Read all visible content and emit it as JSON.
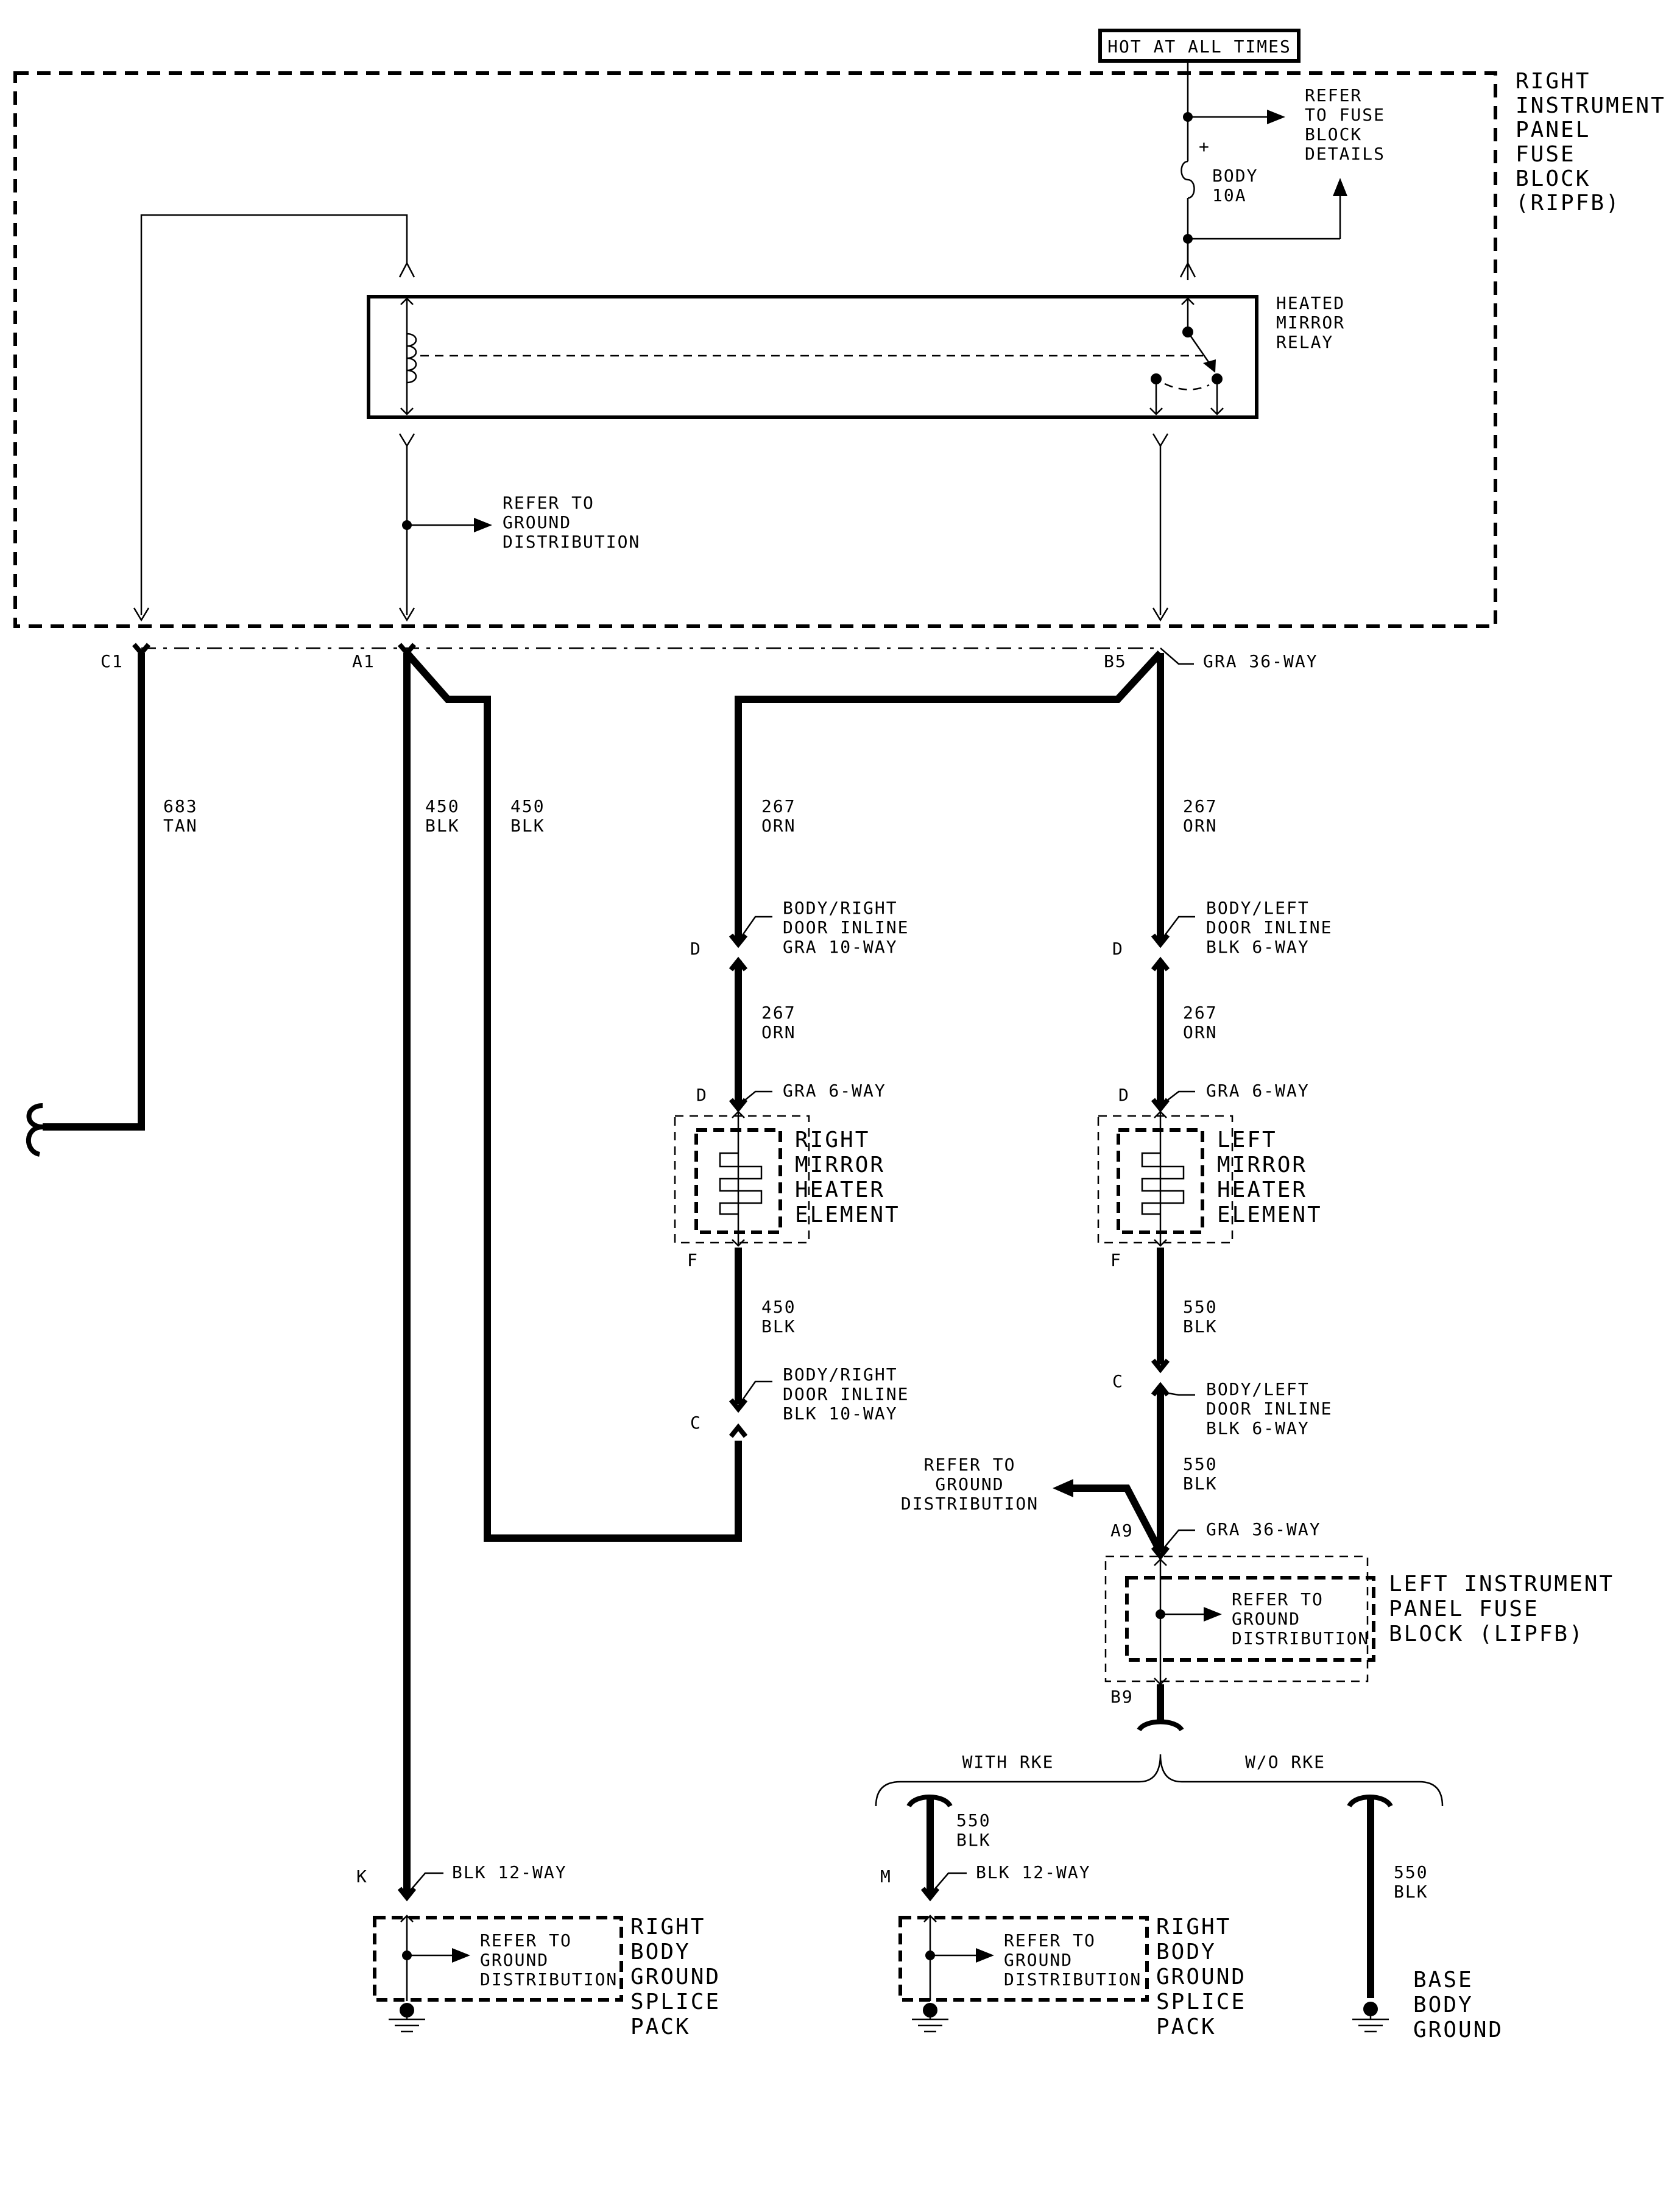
{
  "power_label": "HOT AT ALL TIMES",
  "ripfb": {
    "name_lines": [
      "RIGHT",
      "INSTRUMENT",
      "PANEL",
      "FUSE",
      "BLOCK",
      "(RIPFB)"
    ],
    "fuse_ref_lines": [
      "REFER",
      "TO FUSE",
      "BLOCK",
      "DETAILS"
    ],
    "fuse_name": "BODY",
    "fuse_rating": "10A",
    "fuse_polarity": "+",
    "relay_lines": [
      "HEATED",
      "MIRROR",
      "RELAY"
    ],
    "ground_ref_lines": [
      "REFER TO",
      "GROUND",
      "DISTRIBUTION"
    ]
  },
  "connector_pins": {
    "c1": "C1",
    "a1": "A1",
    "b5": "B5",
    "b5_conn": "GRA 36-WAY"
  },
  "wires": {
    "w683": [
      "683",
      "TAN"
    ],
    "w450a": [
      "450",
      "BLK"
    ],
    "w450b": [
      "450",
      "BLK"
    ],
    "w267a": [
      "267",
      "ORN"
    ],
    "w267b": [
      "267",
      "ORN"
    ],
    "w267c": [
      "267",
      "ORN"
    ],
    "w267d": [
      "267",
      "ORN"
    ],
    "w450c": [
      "450",
      "BLK"
    ],
    "w550a": [
      "550",
      "BLK"
    ],
    "w550b": [
      "550",
      "BLK"
    ],
    "w550c": [
      "550",
      "BLK"
    ],
    "w550d": [
      "550",
      "BLK"
    ]
  },
  "right_door": {
    "inline_d_lines": [
      "BODY/RIGHT",
      "DOOR INLINE",
      "GRA 10-WAY"
    ],
    "inline_c_lines": [
      "BODY/RIGHT",
      "DOOR INLINE",
      "BLK 10-WAY"
    ],
    "pin_d1": "D",
    "pin_d2": "D",
    "pin_f": "F",
    "pin_c": "C",
    "mirror_conn": "GRA 6-WAY",
    "element_lines": [
      "RIGHT",
      "MIRROR",
      "HEATER",
      "ELEMENT"
    ]
  },
  "left_door": {
    "inline_d_lines": [
      "BODY/LEFT",
      "DOOR INLINE",
      "BLK 6-WAY"
    ],
    "inline_c_lines": [
      "BODY/LEFT",
      "DOOR INLINE",
      "BLK 6-WAY"
    ],
    "pin_d1": "D",
    "pin_d2": "D",
    "pin_f": "F",
    "pin_c": "C",
    "mirror_conn": "GRA 6-WAY",
    "element_lines": [
      "LEFT",
      "MIRROR",
      "HEATER",
      "ELEMENT"
    ]
  },
  "lipfb": {
    "ground_ref_lines": [
      "REFER TO",
      "GROUND",
      "DISTRIBUTION"
    ],
    "pin_a9": "A9",
    "a9_conn": "GRA 36-WAY",
    "inner_ref_lines": [
      "REFER TO",
      "GROUND",
      "DISTRIBUTION"
    ],
    "name_lines": [
      "LEFT INSTRUMENT",
      "PANEL FUSE",
      "BLOCK (LIPFB)"
    ],
    "pin_b9": "B9"
  },
  "options": {
    "with_rke": "WITH RKE",
    "wo_rke": "W/O RKE"
  },
  "splice_k": {
    "pin": "K",
    "conn": "BLK 12-WAY",
    "ref_lines": [
      "REFER TO",
      "GROUND",
      "DISTRIBUTION"
    ],
    "name_lines": [
      "RIGHT",
      "BODY",
      "GROUND",
      "SPLICE",
      "PACK"
    ]
  },
  "splice_m": {
    "pin": "M",
    "conn": "BLK 12-WAY",
    "ref_lines": [
      "REFER TO",
      "GROUND",
      "DISTRIBUTION"
    ],
    "name_lines": [
      "RIGHT",
      "BODY",
      "GROUND",
      "SPLICE",
      "PACK"
    ]
  },
  "base_ground_lines": [
    "BASE",
    "BODY",
    "GROUND"
  ]
}
